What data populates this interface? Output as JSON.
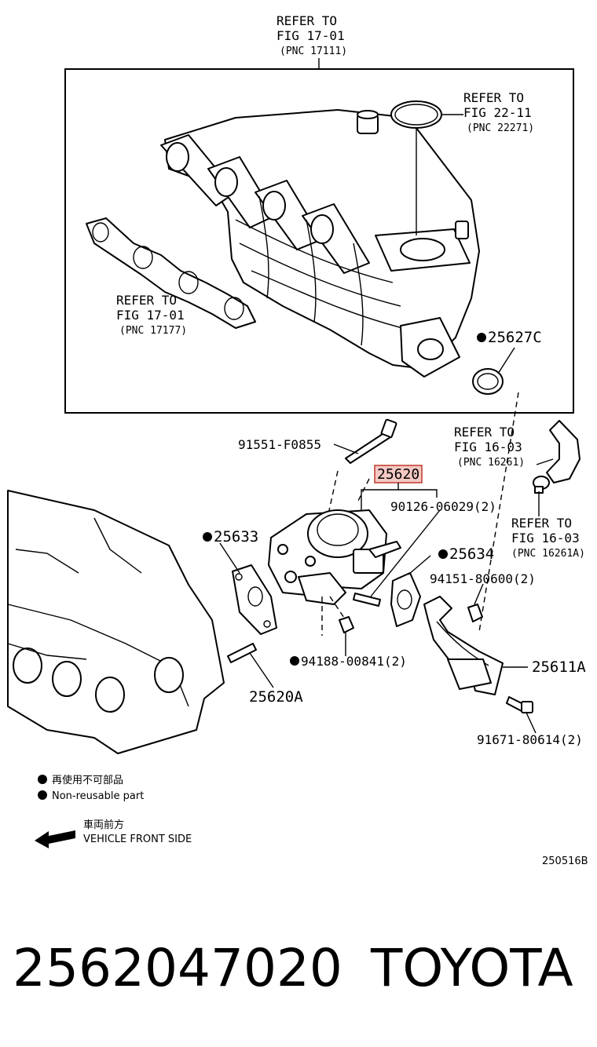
{
  "callouts": {
    "fig_17_01_top": {
      "line1": "REFER TO",
      "line2": "FIG 17-01",
      "line3": "(PNC 17111)"
    },
    "fig_22_11": {
      "line1": "REFER TO",
      "line2": "FIG 22-11",
      "line3": "(PNC 22271)"
    },
    "fig_17_01_left": {
      "line1": "REFER TO",
      "line2": "FIG 17-01",
      "line3": "(PNC 17177)"
    },
    "fig_16_03_a": {
      "line1": "REFER TO",
      "line2": "FIG 16-03",
      "line3": "(PNC 16261)"
    },
    "fig_16_03_b": {
      "line1": "REFER TO",
      "line2": "FIG 16-03",
      "line3": "(PNC 16261A)"
    }
  },
  "parts": {
    "p25627c": "25627C",
    "p91551": "91551-F0855",
    "p25620": "25620",
    "p90126": "90126-06029(2)",
    "p25633": "25633",
    "p25634": "25634",
    "p94151": "94151-80600(2)",
    "p94188": "94188-00841(2)",
    "p25611a": "25611A",
    "p25620a": "25620A",
    "p91671": "91671-80614(2)"
  },
  "legend": {
    "jp_nonreusable": "再使用不可部品",
    "en_nonreusable": "Non-reusable part",
    "jp_front": "車両前方",
    "en_front": "VEHICLE FRONT SIDE"
  },
  "diagram_code": "250516B",
  "footer": {
    "part_number": "2562047020",
    "brand": "TOYOTA"
  },
  "colors": {
    "highlight": "#c0392b",
    "highlight_fill": "#f4c9c4"
  }
}
